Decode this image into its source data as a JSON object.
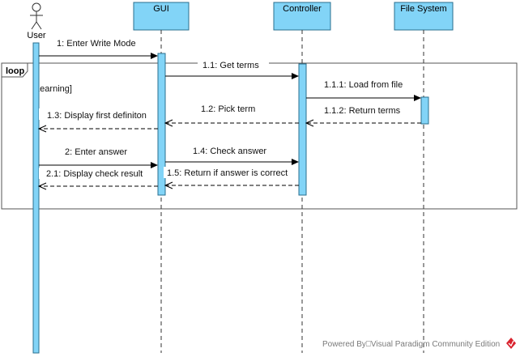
{
  "actor": {
    "label": "User"
  },
  "lifelines": [
    {
      "id": "gui",
      "label": "GUI"
    },
    {
      "id": "controller",
      "label": "Controller"
    },
    {
      "id": "filesystem",
      "label": "File System"
    }
  ],
  "fragment": {
    "operator": "loop",
    "guard": "[Learning]"
  },
  "messages": [
    {
      "id": "m1",
      "label": "1: Enter Write Mode",
      "kind": "sync"
    },
    {
      "id": "m1_1",
      "label": "1.1: Get terms",
      "kind": "sync"
    },
    {
      "id": "m1_1_1",
      "label": "1.1.1: Load from file",
      "kind": "sync"
    },
    {
      "id": "m1_1_2",
      "label": "1.1.2: Return terms",
      "kind": "return"
    },
    {
      "id": "m1_2",
      "label": "1.2: Pick term",
      "kind": "return"
    },
    {
      "id": "m1_3",
      "label": "1.3: Display first definiton",
      "kind": "return"
    },
    {
      "id": "m2",
      "label": "2: Enter answer",
      "kind": "sync"
    },
    {
      "id": "m1_4",
      "label": "1.4: Check answer",
      "kind": "sync"
    },
    {
      "id": "m1_5",
      "label": "1.5: Return if answer is correct",
      "kind": "return"
    },
    {
      "id": "m2_1",
      "label": "2.1: Display check result",
      "kind": "return"
    }
  ],
  "watermark": {
    "text": "Powered By⎕Visual Paradigm Community Edition"
  },
  "colors": {
    "lifeline_fill": "#82d4f7",
    "lifeline_border": "#2a6f8f",
    "watermark_logo": "#d9232e"
  }
}
